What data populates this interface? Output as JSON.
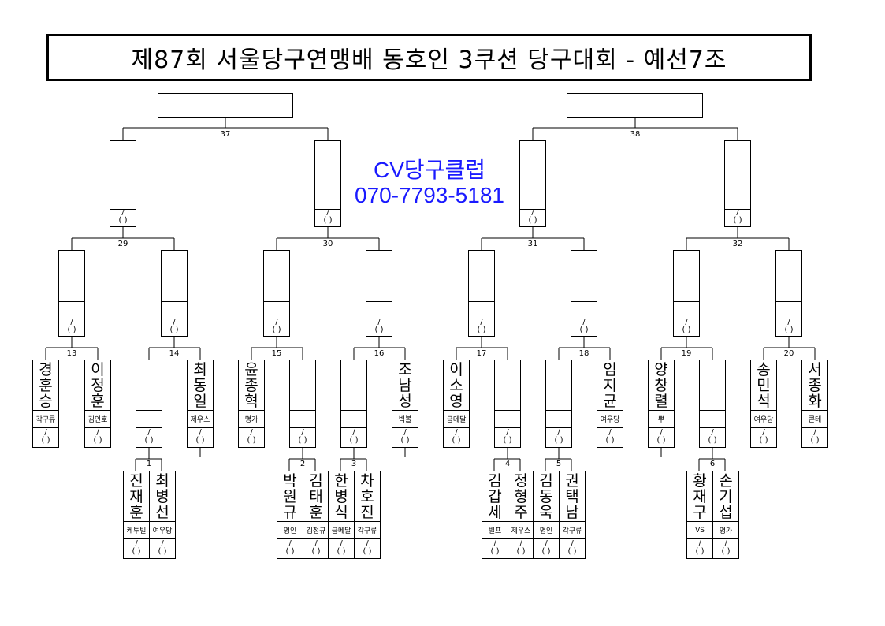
{
  "title": "제87회 서울당구연맹배 동호인 3쿠션 당구대회 - 예선7조",
  "watermark": {
    "line1": "CV당구클럽",
    "line2": "070-7793-5181"
  },
  "score_top": "/",
  "score_bottom": "( )",
  "match_numbers": [
    "37",
    "38",
    "29",
    "30",
    "31",
    "32",
    "13",
    "14",
    "15",
    "16",
    "17",
    "18",
    "19",
    "20",
    "1",
    "2",
    "3",
    "4",
    "5",
    "6"
  ],
  "players": [
    {
      "name": "경훈승",
      "club": "각구류"
    },
    {
      "name": "이정훈",
      "club": "김인호"
    },
    {
      "name": "최동일",
      "club": "제우스"
    },
    {
      "name": "윤종혁",
      "club": "명가"
    },
    {
      "name": "조남성",
      "club": "빅볼"
    },
    {
      "name": "이소영",
      "club": "금메달"
    },
    {
      "name": "임지균",
      "club": "여우당"
    },
    {
      "name": "양창렬",
      "club": "뿌"
    },
    {
      "name": "송민석",
      "club": "여우당"
    },
    {
      "name": "서종화",
      "club": "콘테"
    },
    {
      "name": "진재훈",
      "club": "케투빌"
    },
    {
      "name": "최병선",
      "club": "여우당"
    },
    {
      "name": "박원규",
      "club": "명인"
    },
    {
      "name": "김태훈",
      "club": "김정규"
    },
    {
      "name": "한병식",
      "club": "금메달"
    },
    {
      "name": "차호진",
      "club": "각구류"
    },
    {
      "name": "김갑세",
      "club": "빌프"
    },
    {
      "name": "정형주",
      "club": "제우스"
    },
    {
      "name": "김동욱",
      "club": "명인"
    },
    {
      "name": "권택남",
      "club": "각구류"
    },
    {
      "name": "황재구",
      "club": "VS"
    },
    {
      "name": "손기섭",
      "club": "명가"
    }
  ]
}
